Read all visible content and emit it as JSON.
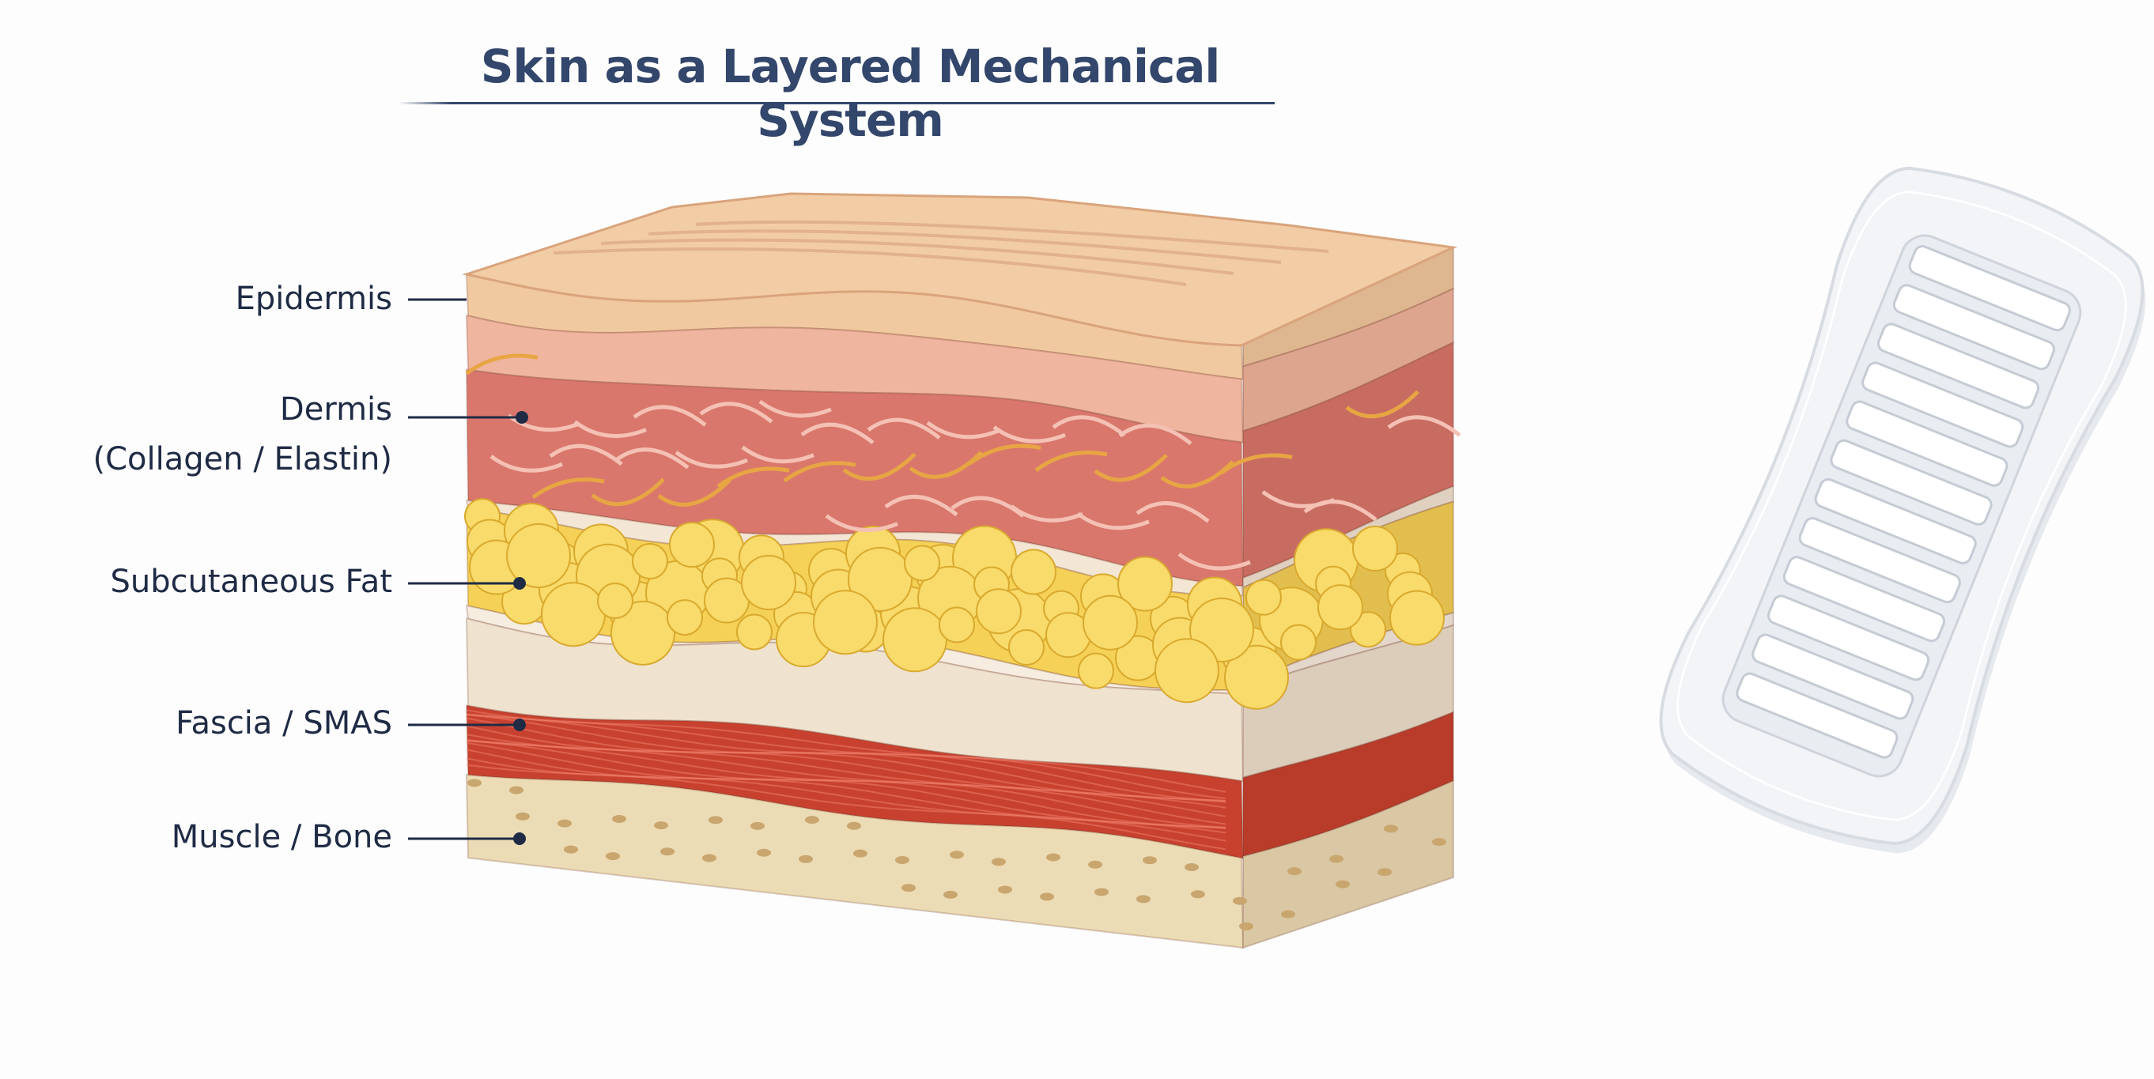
{
  "title": "Skin as a Layered Mechanical System",
  "labels": [
    {
      "id": "epidermis",
      "text": "Epidermis"
    },
    {
      "id": "dermis",
      "text": "Dermis",
      "subtext": "(Collagen / Elastin)"
    },
    {
      "id": "fat",
      "text": "Subcutaneous Fat"
    },
    {
      "id": "fascia",
      "text": "Fascia / SMAS"
    },
    {
      "id": "muscle",
      "text": "Muscle / Bone"
    }
  ],
  "colors": {
    "title": "#33466b",
    "label": "#1f2b45",
    "surface": "#f1c9a0",
    "epidermis": "#f0b59e",
    "dermis": "#d9776c",
    "fat": "#f5d257",
    "fascia": "#efe3cf",
    "muscle": "#c8412f",
    "bone": "#ecdcb6",
    "pad": "#f2f4f7"
  }
}
